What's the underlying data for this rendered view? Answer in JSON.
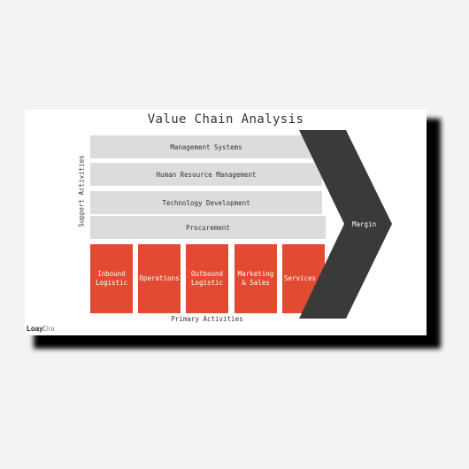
{
  "title": "Value Chain Analysis",
  "support_label": "Support Activities",
  "support_activities": [
    "Management Systems",
    "Human Resource Management",
    "Technology Development",
    "Procurement"
  ],
  "primary_label": "Primary Activities",
  "primary_activities": [
    "Inbound\nLogistic",
    "Operations",
    "Outbound\nLogistic",
    "Marketing\n& Sales",
    "Services"
  ],
  "margin_label": "Margin",
  "logo": {
    "bold": "Loay",
    "light": "Dra"
  },
  "colors": {
    "support": "#dcdcdc",
    "primary": "#e24a32",
    "chevron": "#3a3a3a"
  }
}
